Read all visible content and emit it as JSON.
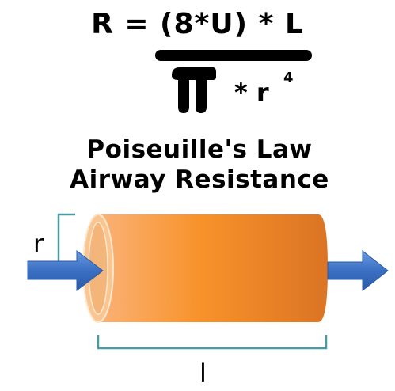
{
  "formula": {
    "numerator": "R = (8*U) * L",
    "pi_symbol": "π",
    "denominator_rest": "* r",
    "exponent": "4"
  },
  "title": {
    "line1": "Poiseuille's Law",
    "line2": "Airway Resistance"
  },
  "labels": {
    "radius": "r",
    "length": "l"
  },
  "colors": {
    "tube_light": "#fbb277",
    "tube_mid": "#f7922a",
    "tube_dark": "#db7424",
    "end_cap": "#f9c591",
    "arrow_blue": "#3a6fc2",
    "bracket_teal": "#4a9aa5"
  }
}
